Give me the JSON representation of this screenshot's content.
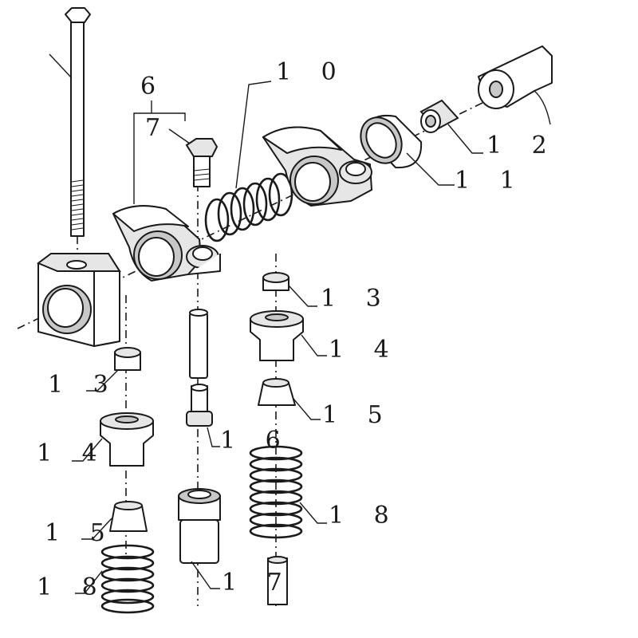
{
  "callouts": {
    "c6": "6",
    "c7": "7",
    "c10": "1 0",
    "c11": "1 1",
    "c12": "1 2",
    "c13_right": "1 3",
    "c13_left": "1 3",
    "c14_right": "1 4",
    "c14_left": "1 4",
    "c15_right": "1 5",
    "c15_left": "1 5",
    "c16": "1 6",
    "c17": "1 7",
    "c18_right": "1 8",
    "c18_left": "1 8"
  },
  "colors": {
    "ink": "#1a1a1a",
    "shade": "#c8c8c8",
    "background": "#ffffff"
  }
}
